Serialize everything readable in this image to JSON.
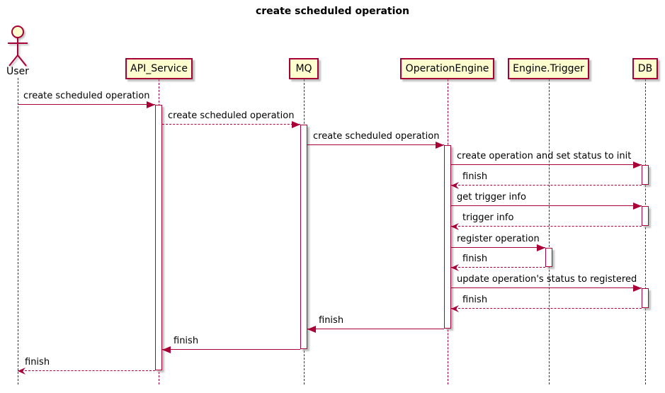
{
  "title": "create scheduled operation",
  "colors": {
    "accent": "#A80036",
    "participant_fill": "#FEFECE",
    "text": "#000000",
    "background": "#FFFFFF"
  },
  "participants": [
    {
      "name": "User",
      "type": "actor"
    },
    {
      "name": "API_Service",
      "type": "participant"
    },
    {
      "name": "MQ",
      "type": "participant"
    },
    {
      "name": "OperationEngine",
      "type": "participant"
    },
    {
      "name": "Engine.Trigger",
      "type": "participant"
    },
    {
      "name": "DB",
      "type": "participant"
    }
  ],
  "messages": [
    {
      "from": "User",
      "to": "API_Service",
      "label": "create scheduled operation",
      "line": "solid",
      "head": "filled"
    },
    {
      "from": "API_Service",
      "to": "MQ",
      "label": "create scheduled operation",
      "line": "dashed",
      "head": "filled"
    },
    {
      "from": "MQ",
      "to": "OperationEngine",
      "label": "create scheduled operation",
      "line": "solid",
      "head": "filled"
    },
    {
      "from": "OperationEngine",
      "to": "DB",
      "label": "create operation and set status to init",
      "line": "solid",
      "head": "filled"
    },
    {
      "from": "DB",
      "to": "OperationEngine",
      "label": "finish",
      "line": "dashed",
      "head": "thin"
    },
    {
      "from": "OperationEngine",
      "to": "DB",
      "label": "get trigger info",
      "line": "solid",
      "head": "filled"
    },
    {
      "from": "DB",
      "to": "OperationEngine",
      "label": "trigger info",
      "line": "dashed",
      "head": "thin"
    },
    {
      "from": "OperationEngine",
      "to": "Engine.Trigger",
      "label": "register operation",
      "line": "solid",
      "head": "filled"
    },
    {
      "from": "Engine.Trigger",
      "to": "OperationEngine",
      "label": "finish",
      "line": "dashed",
      "head": "thin"
    },
    {
      "from": "OperationEngine",
      "to": "DB",
      "label": "update operation's status to registered",
      "line": "solid",
      "head": "filled"
    },
    {
      "from": "DB",
      "to": "OperationEngine",
      "label": "finish",
      "line": "dashed",
      "head": "thin"
    },
    {
      "from": "OperationEngine",
      "to": "MQ",
      "label": "finish",
      "line": "solid",
      "head": "filled"
    },
    {
      "from": "MQ",
      "to": "API_Service",
      "label": "finish",
      "line": "solid",
      "head": "filled"
    },
    {
      "from": "API_Service",
      "to": "User",
      "label": "finish",
      "line": "dashed",
      "head": "thin"
    }
  ]
}
